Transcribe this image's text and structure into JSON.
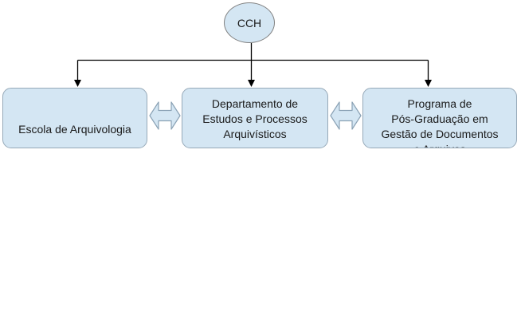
{
  "colors": {
    "background": "#ffffff",
    "node-fill": "#d4e6f3",
    "node-border": "#96a9b8",
    "ellipse-border": "#808080",
    "arrow-fill": "#d4e6f3",
    "arrow-border": "#8aa2b5",
    "connector": "#000000",
    "text": "#1a1a1a"
  },
  "diagram": {
    "type": "org-chart",
    "root": {
      "label": "CCH"
    },
    "nodes": [
      {
        "lines": [
          "Escola de Arquivologia"
        ]
      },
      {
        "lines": [
          "Departamento de",
          "Estudos e Processos",
          "Arquivísticos"
        ]
      },
      {
        "lines": [
          "Programa de",
          "Pós-Graduação em",
          "Gestão de Documentos",
          "e Arquivos"
        ]
      }
    ]
  }
}
